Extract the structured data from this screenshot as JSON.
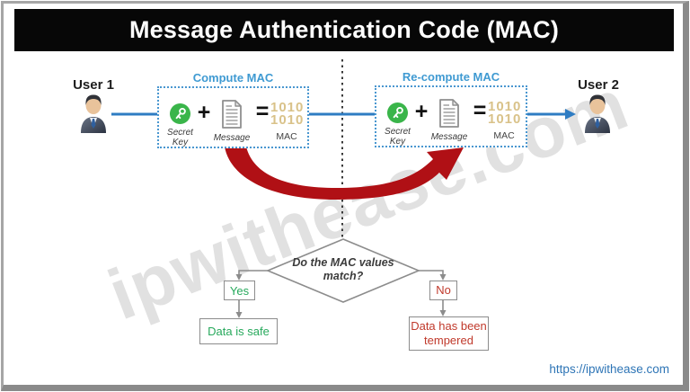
{
  "title": "Message Authentication Code (MAC)",
  "users": {
    "user1": "User 1",
    "user2": "User 2"
  },
  "compute_box": {
    "label": "Compute MAC",
    "secret_key_label": "Secret Key",
    "plus": "+",
    "message_label": "Message",
    "equals": "=",
    "mac_line1": "1010",
    "mac_line2": "1010",
    "mac_label": "MAC"
  },
  "recompute_box": {
    "label": "Re-compute MAC",
    "secret_key_label": "Secret Key",
    "plus": "+",
    "message_label": "Message",
    "equals": "=",
    "mac_line1": "1010",
    "mac_line2": "1010",
    "mac_label": "MAC"
  },
  "flowchart": {
    "question": "Do the MAC values match?",
    "yes_label": "Yes",
    "no_label": "No",
    "safe_label": "Data is safe",
    "tempered_label": "Data has been tempered"
  },
  "watermark": "ipwithease.com",
  "footer_url": "https://ipwithease.com",
  "icons": [
    "key-icon",
    "document-icon",
    "user-avatar"
  ],
  "colors": {
    "title_bg": "#070707",
    "blue_line": "#2e7cc3",
    "box_border_blue": "#4a97d0",
    "box_label_blue": "#3f9ad2",
    "key_green": "#3ab54a",
    "mac_tan": "#d9c289",
    "red_arrow": "#b01015",
    "flow_gray": "#8c8c8c",
    "yes_green": "#27a95c",
    "no_red": "#c0392b",
    "url_blue": "#2e75b6"
  }
}
